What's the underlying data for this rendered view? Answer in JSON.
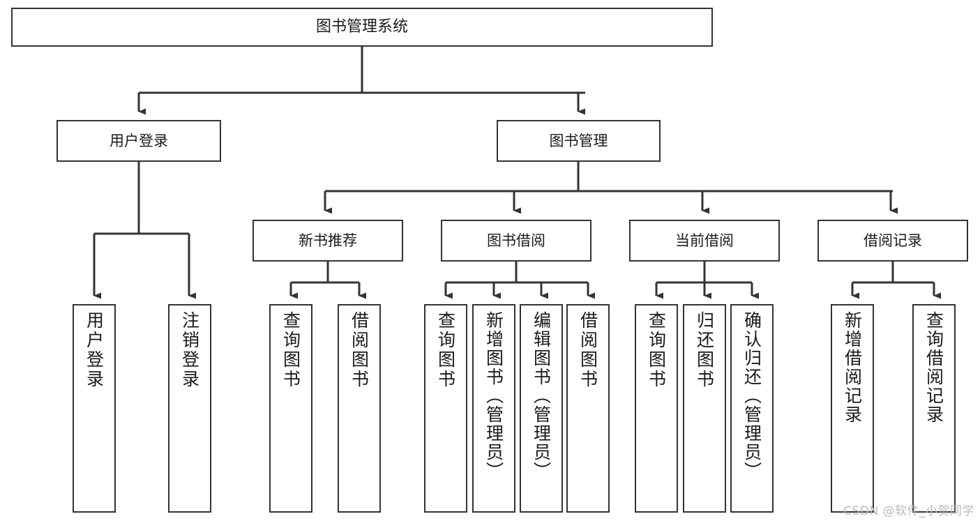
{
  "diagram": {
    "title": "图书管理系统",
    "watermark": "CSDN @软件_小贺同学",
    "root": {
      "id": "root",
      "label": "图书管理系统"
    },
    "level2": [
      {
        "id": "user-login",
        "label": "用户登录"
      },
      {
        "id": "book-management",
        "label": "图书管理"
      }
    ],
    "level3": [
      {
        "id": "new-book-recommend",
        "label": "新书推荐"
      },
      {
        "id": "book-borrow",
        "label": "图书借阅"
      },
      {
        "id": "current-borrow",
        "label": "当前借阅"
      },
      {
        "id": "borrow-record",
        "label": "借阅记录"
      }
    ],
    "leaves": {
      "user_login": [
        {
          "id": "leaf-user-login",
          "label": "用户登录"
        },
        {
          "id": "leaf-logout-login",
          "label": "注销登录"
        }
      ],
      "new_book_recommend": [
        {
          "id": "leaf-query-book-1",
          "label": "查询图书"
        },
        {
          "id": "leaf-borrow-book-1",
          "label": "借阅图书"
        }
      ],
      "book_borrow": [
        {
          "id": "leaf-query-book-2",
          "label": "查询图书"
        },
        {
          "id": "leaf-add-book",
          "label": "新增图书（管理员）"
        },
        {
          "id": "leaf-edit-book",
          "label": "编辑图书（管理员）"
        },
        {
          "id": "leaf-borrow-book-2",
          "label": "借阅图书"
        }
      ],
      "current_borrow": [
        {
          "id": "leaf-query-book-3",
          "label": "查询图书"
        },
        {
          "id": "leaf-return-book",
          "label": "归还图书"
        },
        {
          "id": "leaf-confirm-return",
          "label": "确认归还（管理员）"
        }
      ],
      "borrow_record": [
        {
          "id": "leaf-add-record",
          "label": "新增借阅记录"
        },
        {
          "id": "leaf-query-record",
          "label": "查询借阅记录"
        }
      ]
    },
    "colors": {
      "stroke": "#333333",
      "fill": "#ffffff",
      "text": "#1a1a1a",
      "watermark": "#b9b9b9"
    }
  }
}
